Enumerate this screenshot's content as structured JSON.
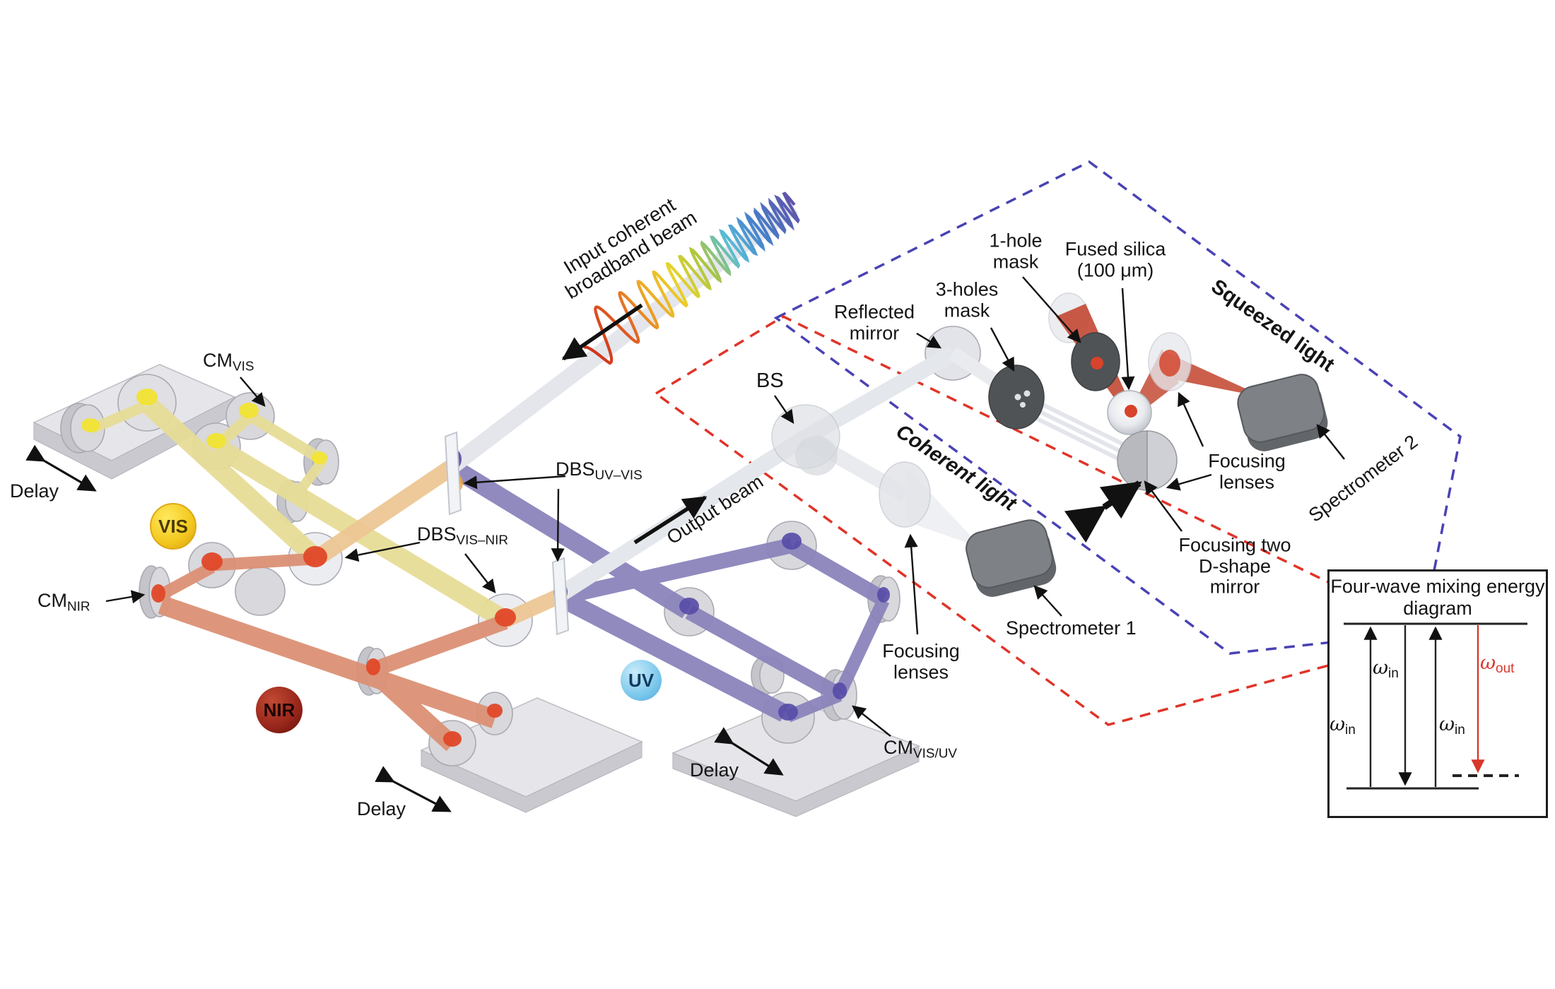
{
  "diagram": {
    "beam_labels": {
      "input_line1": "Input coherent",
      "input_line2": "broadband beam",
      "output_beam": "Output beam",
      "coherent_light": "Coherent light",
      "squeezed_light": "Squeezed light"
    },
    "badges": {
      "vis": "VIS",
      "nir": "NIR",
      "uv": "UV"
    },
    "mirror_labels": {
      "cm_vis": {
        "main": "CM",
        "sub": "VIS"
      },
      "cm_nir": {
        "main": "CM",
        "sub": "NIR"
      },
      "cm_vis_uv": {
        "main": "CM",
        "sub": "VIS/UV"
      },
      "dbs_uv_vis": {
        "main": "DBS",
        "sub": "UV–VIS"
      },
      "dbs_vis_nir": {
        "main": "DBS",
        "sub": "VIS–NIR"
      },
      "bs": "BS",
      "reflected_line1": "Reflected",
      "reflected_line2": "mirror"
    },
    "delays": {
      "delay1": "Delay",
      "delay2": "Delay",
      "delay3": "Delay"
    },
    "components": {
      "three_holes_line1": "3-holes",
      "three_holes_line2": "mask",
      "one_hole_line1": "1-hole",
      "one_hole_line2": "mask",
      "fused_silica_line1": "Fused silica",
      "fused_silica_line2": "(100 μm)",
      "focusing_coh_line1": "Focusing",
      "focusing_coh_line2": "lenses",
      "focusing_sq_line1": "Focusing",
      "focusing_sq_line2": "lenses",
      "d_mirror_line1": "Focusing two",
      "d_mirror_line2": "D-shape",
      "d_mirror_line3": "mirror",
      "spectrometer1": "Spectrometer 1",
      "spectrometer2": "Spectrometer 2"
    },
    "energy_diagram": {
      "title_line1": "Four-wave mixing",
      "title_line2": "energy diagram",
      "omega_in": {
        "main": "ω",
        "sub": "in"
      },
      "omega_out": {
        "main": "ω",
        "sub": "out"
      }
    },
    "colors": {
      "vis_beam": "#e7dd97",
      "nir_beam": "#dc9175",
      "uv_beam": "#8b84bc",
      "tan_beam": "#eec795",
      "white_beam": "#eff1f5",
      "coherent_box": "#e03428",
      "squeezed_box": "#4a42b4",
      "omega_out_red": "#d8372a",
      "mask_gray": "#4f5356",
      "spectrometer_gray": "#7e8287"
    }
  }
}
